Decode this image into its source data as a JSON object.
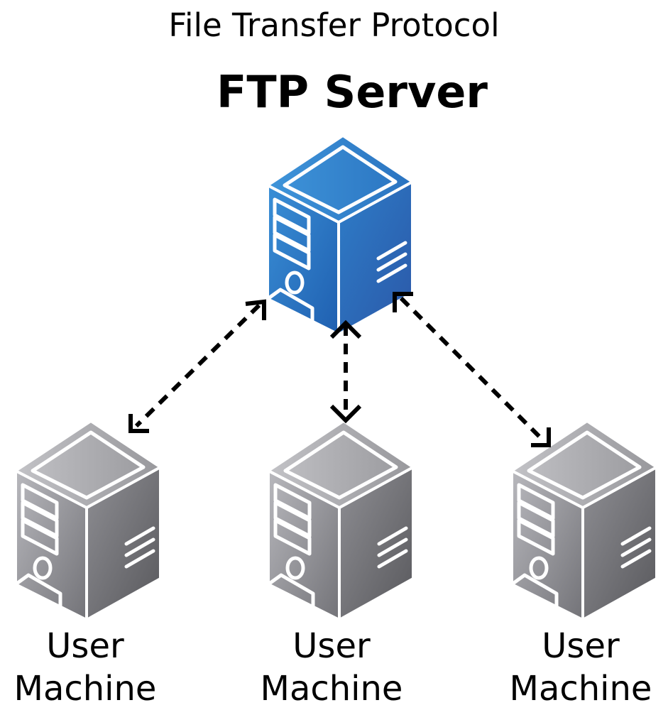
{
  "diagram": {
    "title": "File Transfer Protocol",
    "server": {
      "label": "FTP Server",
      "color": "#2f79c4",
      "icon": "server-tower-icon"
    },
    "machines": [
      {
        "line1": "User",
        "line2": "Machine",
        "icon": "computer-tower-icon"
      },
      {
        "line1": "User",
        "line2": "Machine",
        "icon": "computer-tower-icon"
      },
      {
        "line1": "User",
        "line2": "Machine",
        "icon": "computer-tower-icon"
      }
    ],
    "connector_style": "dashed-bidirectional-arrow",
    "machine_color": "#8a8a8a"
  }
}
